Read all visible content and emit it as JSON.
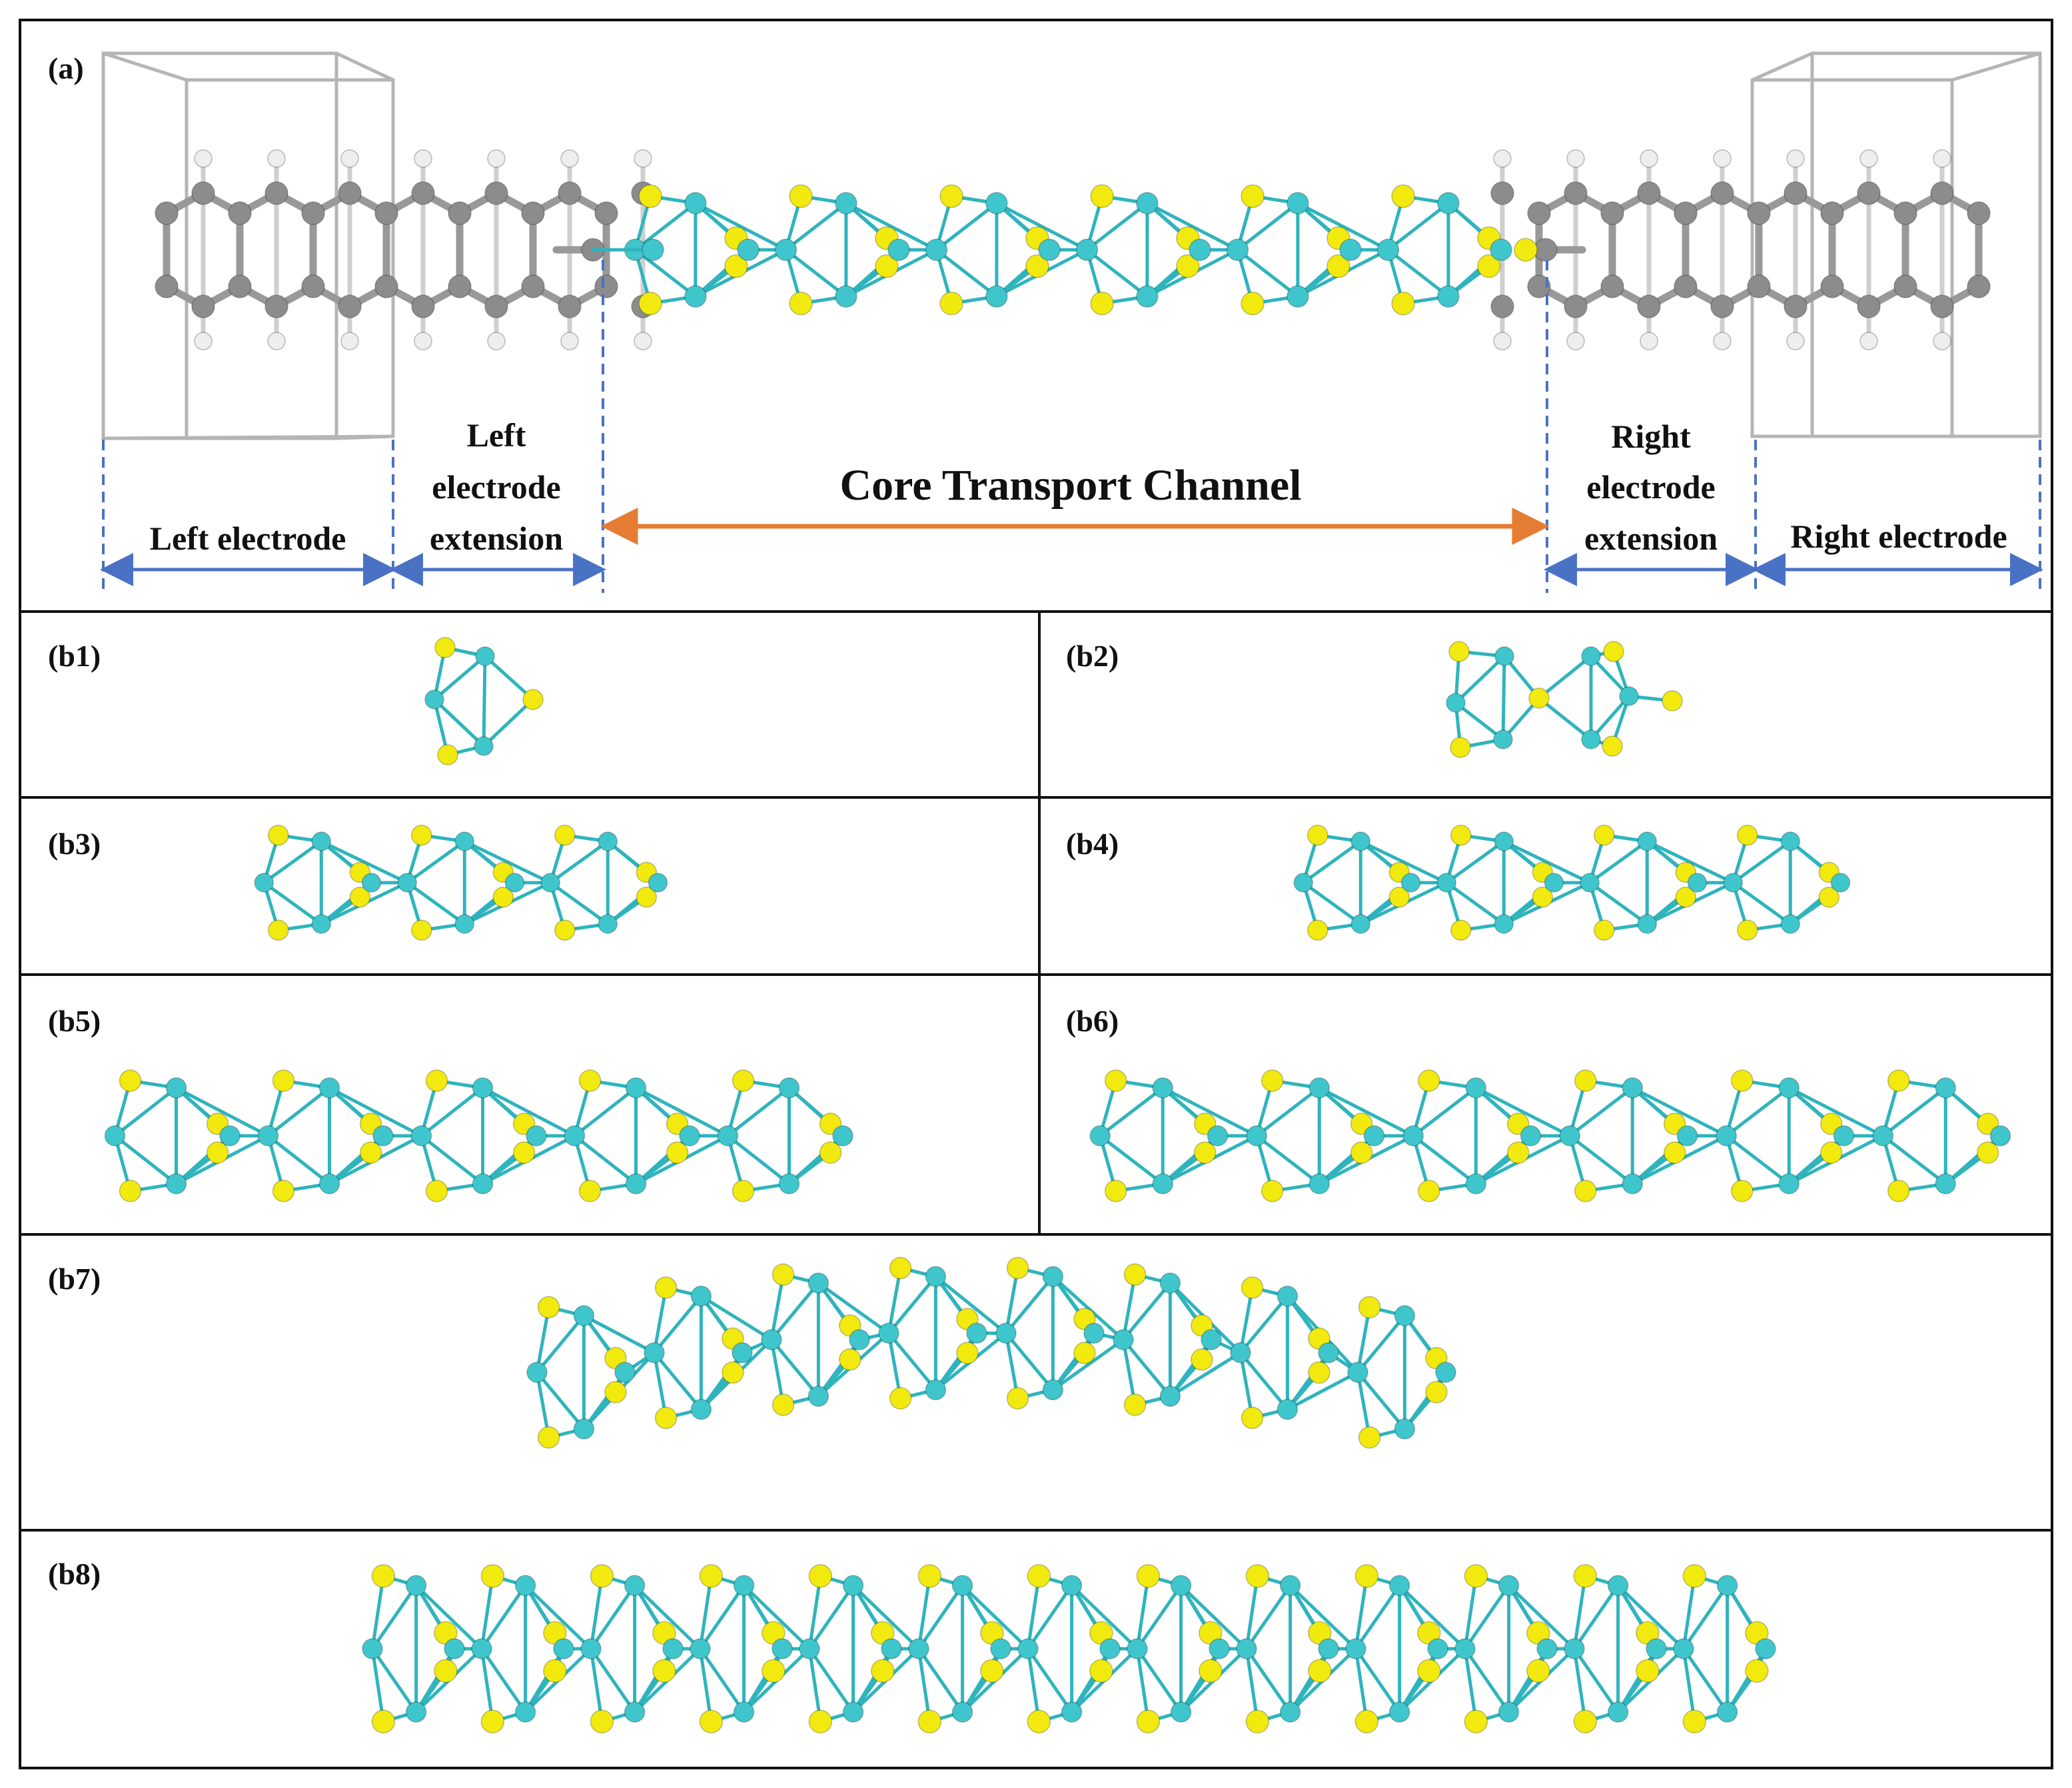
{
  "panel_a": {
    "label": "(a)",
    "title": "Core Transport Channel",
    "left_electrode": "Left electrode",
    "left_extension": [
      "Left",
      "electrode",
      "extension"
    ],
    "right_extension": [
      "Right",
      "electrode",
      "extension"
    ],
    "right_electrode": "Right electrode"
  },
  "panels": [
    {
      "label": "(b1)"
    },
    {
      "label": "(b2)"
    },
    {
      "label": "(b3)"
    },
    {
      "label": "(b4)"
    },
    {
      "label": "(b5)"
    },
    {
      "label": "(b6)"
    },
    {
      "label": "(b7)"
    },
    {
      "label": "(b8)"
    }
  ],
  "colors": {
    "border": "#111111",
    "metal_atom": "#3fc6cc",
    "metal_bond": "#2fb4bd",
    "sulfur_atom": "#f2ea0f",
    "carbon_atom": "#8c8c8c",
    "hydrogen_atom": "#eeeeee",
    "cell_box": "#b5b5b5",
    "region_arrow": "#4a72c4",
    "channel_arrow": "#e57c33"
  },
  "icons": {
    "molecular_structure": "ball-and-stick-model",
    "unit_cell": "wireframe-box"
  }
}
